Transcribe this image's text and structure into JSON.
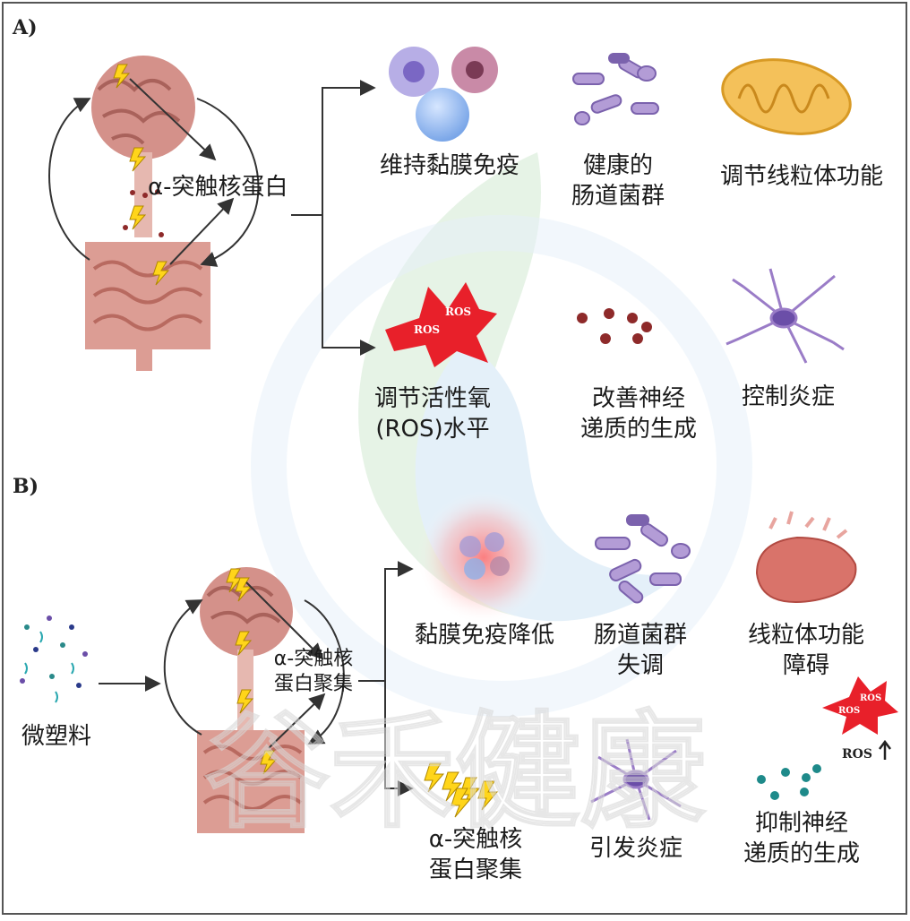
{
  "panel_a": {
    "tag": "A)",
    "center_label": "α-突触核蛋白",
    "effects": [
      "维持黏膜免疫",
      "健康的\n肠道菌群",
      "调节线粒体功能",
      "调节活性氧\n(ROS)水平",
      "改善神经\n递质的生成",
      "控制炎症"
    ],
    "ros_text": "ROS"
  },
  "panel_b": {
    "tag": "B)",
    "source_label": "微塑料",
    "center_label": "α-突触核\n蛋白聚集",
    "effects": [
      "黏膜免疫降低",
      "肠道菌群\n失调",
      "线粒体功能\n障碍",
      "α-突触核\n蛋白聚集",
      "引发炎症",
      "抑制神经\n递质的生成"
    ],
    "ros_text": "ROS",
    "ros_increase_label": "ROS"
  },
  "watermark": "谷禾健康",
  "colors": {
    "brain": "#d4918a",
    "gut": "#dc9d94",
    "ros_red": "#e8202a",
    "microbe_purple": "#b39cd6",
    "neuron_purple": "#9a7cc7",
    "mito_yellow": "#f4c15a",
    "dot_brown": "#8e2a2a",
    "dot_teal": "#1e8a8a",
    "bolt_yellow": "#ffd51a"
  }
}
